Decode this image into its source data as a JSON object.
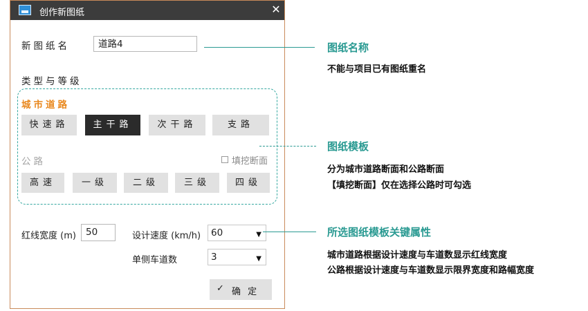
{
  "dialog": {
    "title": "创作新图纸",
    "close_glyph": "✕",
    "name_label": "新图纸名",
    "name_value": "道路4",
    "type_label": "类型与等级",
    "urban": {
      "label": "城市道路",
      "buttons": [
        "快速路",
        "主干路",
        "次干路",
        "支路"
      ],
      "selected": "主干路"
    },
    "highway": {
      "label": "公路",
      "fill_cut_label": "填挖断面",
      "buttons": [
        "高速",
        "一级",
        "二级",
        "三级",
        "四级"
      ]
    },
    "red_line_label": "红线宽度 (m)",
    "red_line_value": "50",
    "speed_label": "设计速度 (km/h)",
    "speed_value": "60",
    "lanes_label": "单侧车道数",
    "lanes_value": "3",
    "ok_label": "确 定",
    "ok_glyph": "✓"
  },
  "annotations": [
    {
      "title": "图纸名称",
      "lines": [
        "不能与项目已有图纸重名"
      ]
    },
    {
      "title": "图纸模板",
      "lines": [
        "分为城市道路断面和公路断面",
        "【填挖断面】仅在选择公路时可勾选"
      ]
    },
    {
      "title": "所选图纸模板关键属性",
      "lines": [
        "城市道路根据设计速度与车道数显示红线宽度",
        "公路根据设计速度与车道数显示限界宽度和路幅宽度"
      ]
    }
  ],
  "colors": {
    "accent": "#2a9a92",
    "urban_label": "#e9881e",
    "titlebar": "#3c3c3c",
    "selected_button": "#2b2b2b"
  }
}
